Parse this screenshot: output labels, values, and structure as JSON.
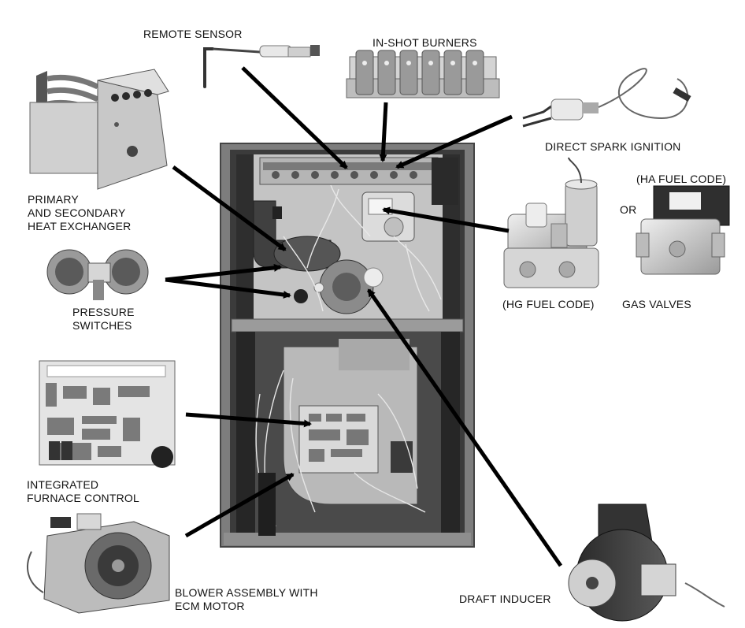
{
  "labels": {
    "remote_sensor": "REMOTE SENSOR",
    "in_shot_burners": "IN-SHOT BURNERS",
    "direct_spark_ignition": "DIRECT SPARK IGNITION",
    "ha_fuel_code": "(HA FUEL CODE)",
    "or": "OR",
    "hg_fuel_code": "(HG FUEL CODE)",
    "gas_valves": "GAS VALVES",
    "heat_exchanger_line1": "PRIMARY",
    "heat_exchanger_line2": "AND SECONDARY",
    "heat_exchanger_line3": "HEAT EXCHANGER",
    "pressure_switches_line1": "PRESSURE",
    "pressure_switches_line2": "SWITCHES",
    "furnace_control_line1": "INTEGRATED",
    "furnace_control_line2": "FURNACE CONTROL",
    "blower_line1": "BLOWER ASSEMBLY WITH",
    "blower_line2": "ECM MOTOR",
    "draft_inducer": "DRAFT INDUCER"
  },
  "colors": {
    "arrow": "#000000",
    "cabinet": "#8a8a8a",
    "cabinet_dark": "#3a3a3a",
    "panel": "#c9c9c9",
    "metal_light": "#d8d8d8"
  }
}
